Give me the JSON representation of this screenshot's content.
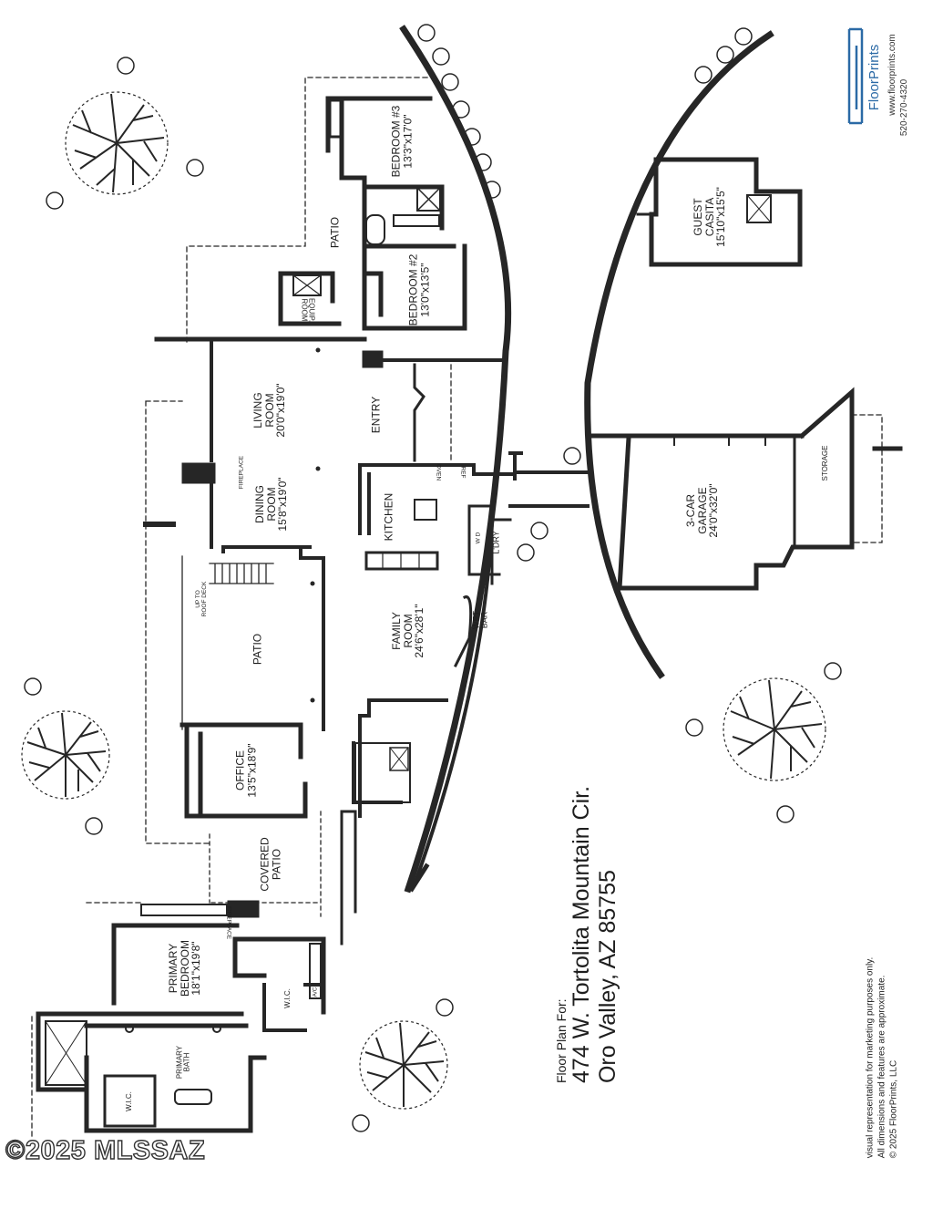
{
  "rooms": {
    "bedroom3": "BEDROOM #3\n13'3\"x17'0\"",
    "bedroom2": "BEDROOM #2\n13'0\"x13'5\"",
    "patio_top": "PATIO",
    "equip_room": "EQUIP.\nROOM",
    "living_room": "LIVING\nROOM\n20'0\"x19'0\"",
    "entry": "ENTRY",
    "dining_room": "DINING\nROOM\n15'8\"x19'0\"",
    "fireplace_dining": "FIREPLACE",
    "kitchen": "KITCHEN",
    "ref": "REF",
    "oven": "OVEN",
    "laundry": "L'DRY",
    "wd": "W D",
    "up_to_roof_deck": "UP TO\nROOF DECK",
    "patio_mid": "PATIO",
    "family_room": "FAMILY\nROOM\n24'6\"x28'1\"",
    "wet_bar": "WET\nBAR",
    "office": "OFFICE\n13'5\"x18'9\"",
    "covered_patio": "COVERED\nPATIO",
    "fireplace_primary": "FIREPLACE",
    "primary_bedroom": "PRIMARY\nBEDROOM\n18'1\"x19'8\"",
    "wic_primary": "W.I.C.",
    "ac": "A/C",
    "primary_bath": "PRIMARY\nBATH",
    "wic_bath": "W.I.C.",
    "guest_casita": "GUEST\nCASITA\n15'10\"x15'5\"",
    "garage": "3-CAR\nGARAGE\n24'0\"x32'0\"",
    "storage": "STORAGE"
  },
  "address": {
    "label": "Floor Plan For:",
    "line1": "474 W. Tortolita Mountain Cir.",
    "line2": "Oro Valley, AZ  85755"
  },
  "disclaimer": {
    "line1": "visual representation for marketing purposes only.",
    "line2": "All dimensions and features are approximate.",
    "line3": "© 2025 FloorPrints, LLC"
  },
  "logo": {
    "name": "FloorPrints",
    "url": "www.floorprints.com",
    "phone": "520-270-4320"
  },
  "watermark": "©2025 MLSSAZ"
}
